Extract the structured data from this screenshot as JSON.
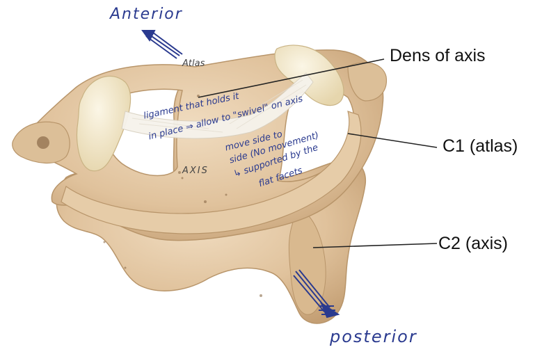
{
  "labels": {
    "dens": "Dens of axis",
    "c1": "C1 (atlas)",
    "c2": "C2 (axis)"
  },
  "handwriting": {
    "anterior": "Anterior",
    "posterior": "posterior",
    "atlas": "Atlas",
    "axis": "AXIS",
    "ligament_line1": "ligament that holds it",
    "ligament_line2": "in place ⇒ allow to \"swivel\" on axis",
    "move_line1": "move side to",
    "move_line2": "side (No movement)",
    "move_line3": "↳ supported by the",
    "move_line4": "flat facets"
  },
  "colors": {
    "bone": "#e2c8a4",
    "bone_shadow": "#c9a77d",
    "cartilage": "#f2e9cf",
    "ligament": "#f4f1ea",
    "ink": "#2a3a8f",
    "leader": "#222222"
  }
}
